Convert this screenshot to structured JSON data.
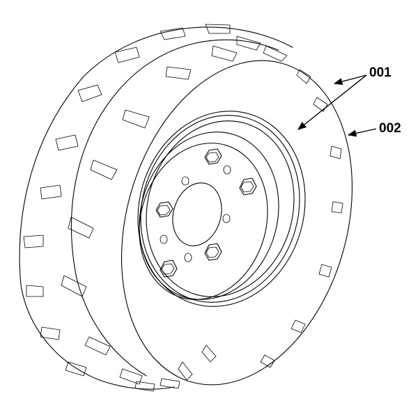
{
  "callouts": [
    {
      "id": "001",
      "label": "001",
      "refers_to": "rim"
    },
    {
      "id": "002",
      "label": "002",
      "refers_to": "tire"
    }
  ],
  "colors": {
    "line": "#000000",
    "background": "#ffffff"
  }
}
